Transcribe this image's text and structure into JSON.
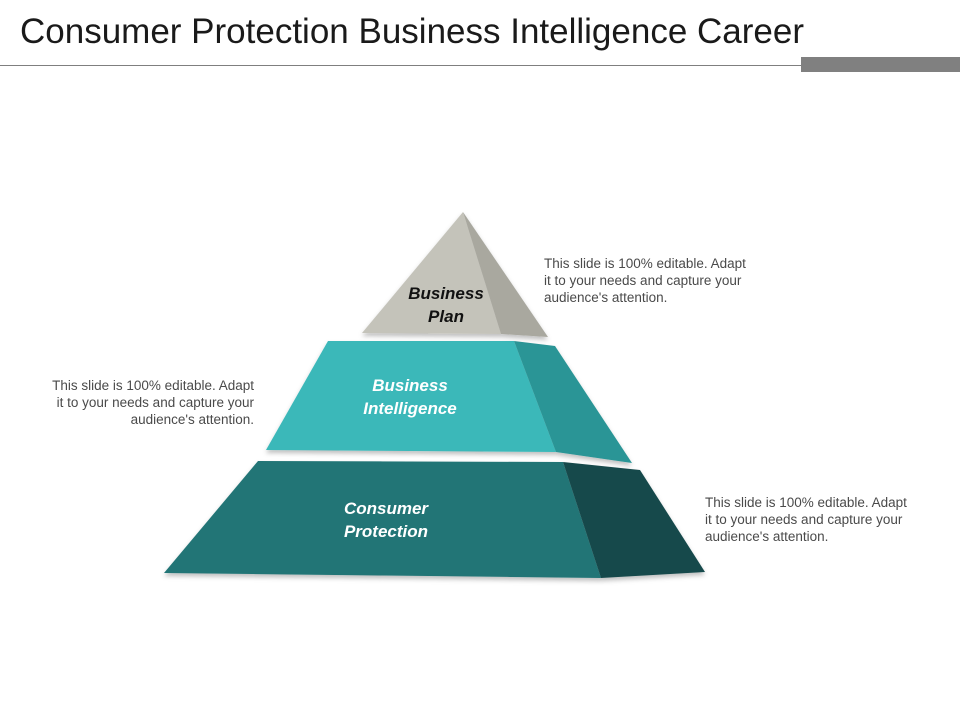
{
  "slide": {
    "title": "Consumer Protection Business Intelligence Career"
  },
  "pyramid": {
    "tiers": [
      {
        "line1": "Business",
        "line2": "Plan",
        "front_color": "#c4c3ba",
        "side_color": "#a9a89f",
        "text_color": "#111111"
      },
      {
        "line1": "Business",
        "line2": "Intelligence",
        "front_color": "#3ab8b9",
        "side_color": "#2a9596",
        "text_color": "#ffffff"
      },
      {
        "line1": "Consumer",
        "line2": "Protection",
        "front_color": "#237476",
        "side_color": "#17494b",
        "text_color": "#ffffff"
      }
    ]
  },
  "notes": [
    {
      "lines": [
        "This slide is 100% editable. Adapt",
        "it to your needs and capture your",
        "audience's attention."
      ]
    },
    {
      "lines": [
        "This slide is 100% editable. Adapt",
        "it to your needs and capture your",
        "audience's attention."
      ]
    },
    {
      "lines": [
        "This slide is 100% editable. Adapt",
        "it to your needs and capture your",
        "audience's attention."
      ]
    }
  ]
}
